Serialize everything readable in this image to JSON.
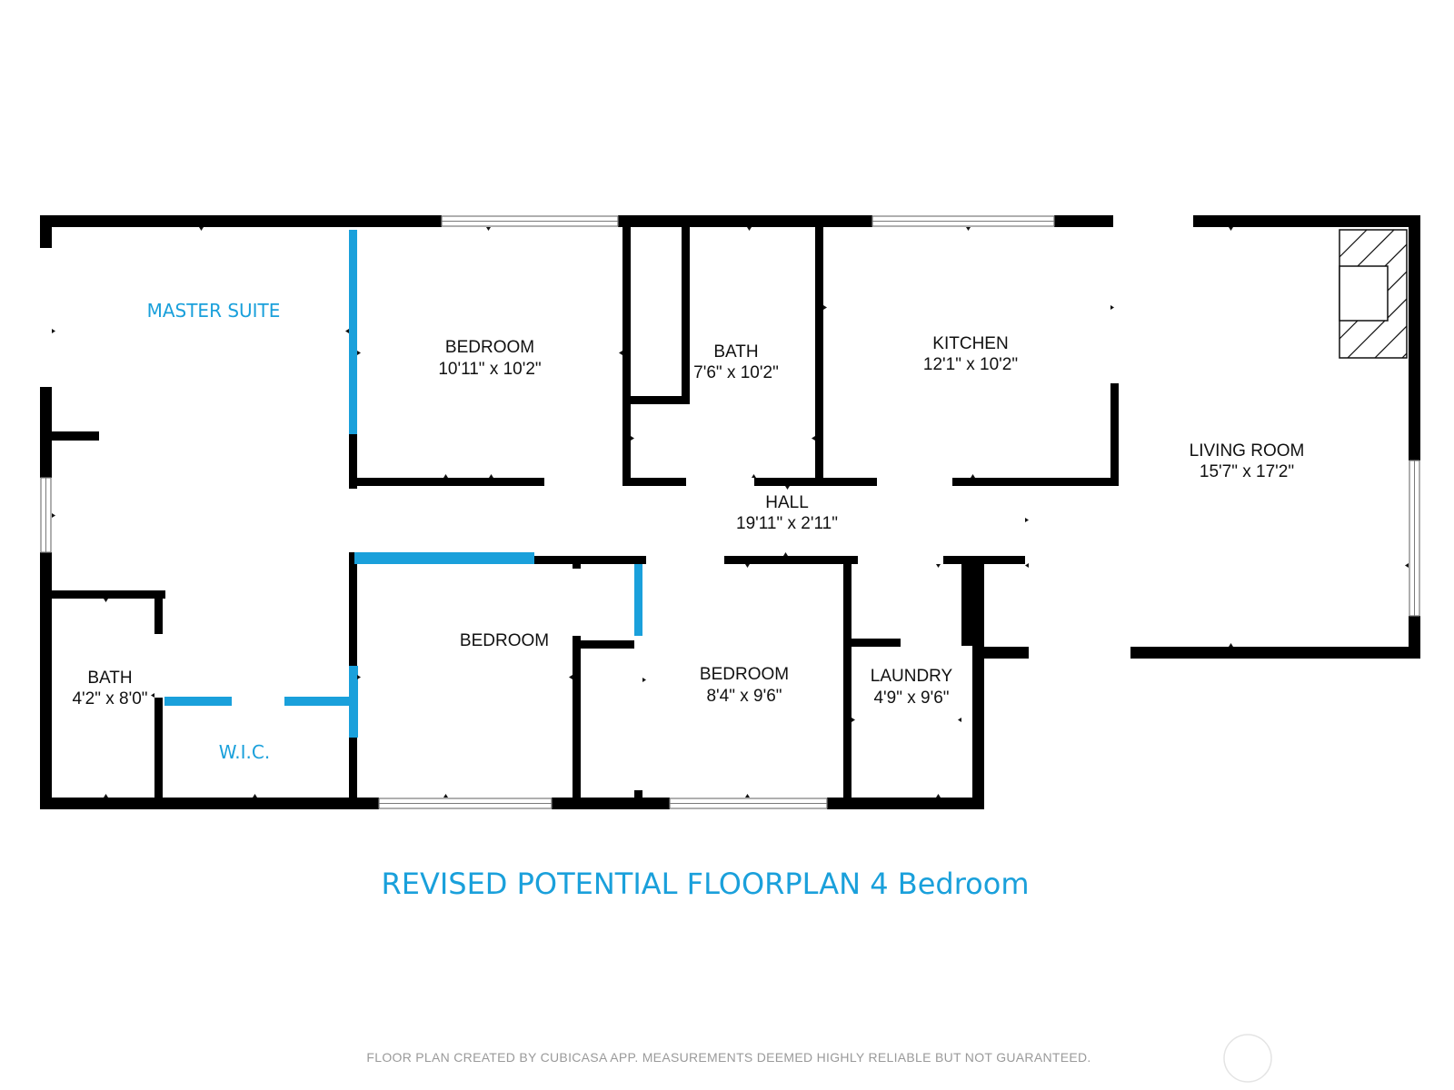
{
  "colors": {
    "wall": "#000000",
    "accent_blue": "#1aa0db",
    "disclaimer_gray": "#9a9a9a",
    "background": "#ffffff"
  },
  "labels": {
    "master_suite": "MASTER SUITE",
    "wic": "W.I.C."
  },
  "rooms": {
    "bedroom_1": {
      "name": "BEDROOM",
      "size": "10'11\" x 10'2\""
    },
    "bath_1": {
      "name": "BATH",
      "size": "7'6\" x 10'2\""
    },
    "kitchen": {
      "name": "KITCHEN",
      "size": "12'1\" x 10'2\""
    },
    "living_room": {
      "name": "LIVING ROOM",
      "size": "15'7\" x 17'2\""
    },
    "hall": {
      "name": "HALL",
      "size": "19'11\" x 2'11\""
    },
    "bedroom_2": {
      "name": "BEDROOM"
    },
    "bedroom_3": {
      "name": "BEDROOM",
      "size": "8'4\" x 9'6\""
    },
    "laundry": {
      "name": "LAUNDRY",
      "size": "4'9\" x 9'6\""
    },
    "bath_2": {
      "name": "BATH",
      "size": "4'2\" x 8'0\""
    }
  },
  "title": "REVISED POTENTIAL FLOORPLAN 4 Bedroom",
  "disclaimer": "FLOOR PLAN CREATED BY CUBICASA APP. MEASUREMENTS DEEMED HIGHLY RELIABLE BUT NOT GUARANTEED.",
  "icons": {
    "fireplace": "fireplace-icon",
    "watermark": "watermark-circle-icon"
  }
}
